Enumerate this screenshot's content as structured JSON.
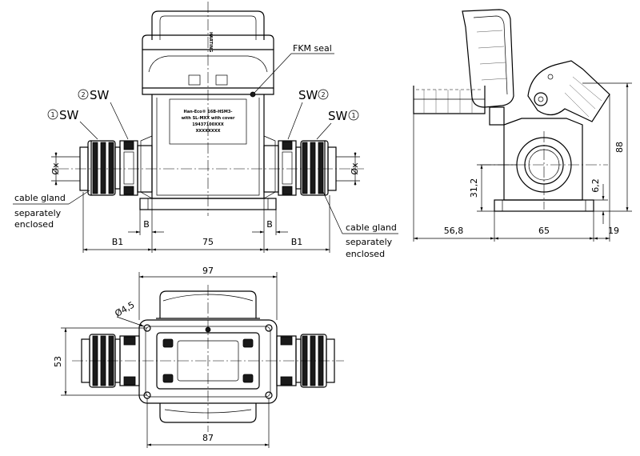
{
  "drawing_title": "Han-Eco housing with cable glands – dimension drawing",
  "labels": {
    "sw": "SW",
    "fkm_seal": "FKM seal",
    "cable_gland": "cable gland",
    "separately": "separately",
    "enclosed": "enclosed",
    "callout_1": "1",
    "callout_2": "2",
    "phi_x": "Øx",
    "phi_45": "Ø4,5"
  },
  "front_view": {
    "dim_b": "B",
    "dim_b1": "B1",
    "dim_75": "75",
    "plate_lines": [
      "Han-Eco® 16B-HSM3-",
      "with SL-MXX with cover",
      "19437100XXX",
      "XXXXXXXX"
    ]
  },
  "side_view": {
    "dim_56_8": "56,8",
    "dim_65": "65",
    "dim_19": "19",
    "dim_88": "88",
    "dim_31_2": "31,2",
    "dim_6_2": "6,2"
  },
  "bottom_view": {
    "dim_97": "97",
    "dim_53": "53",
    "dim_87": "87"
  }
}
